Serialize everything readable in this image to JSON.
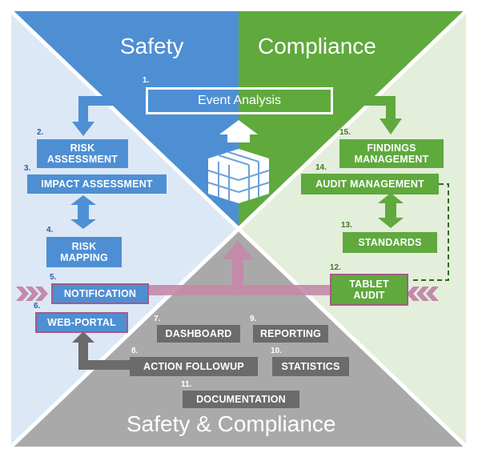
{
  "quadrants": {
    "top": "Safety",
    "top_right": "Compliance",
    "bottom": "Safety & Compliance"
  },
  "items": {
    "event_analysis": {
      "num": "1.",
      "label": "Event Analysis"
    },
    "risk_assessment": {
      "num": "2.",
      "label": "RISK\nASSESSMENT"
    },
    "impact_assessment": {
      "num": "3.",
      "label": "IMPACT ASSESSMENT"
    },
    "risk_mapping": {
      "num": "4.",
      "label": "RISK\nMAPPING"
    },
    "notification": {
      "num": "5.",
      "label": "NOTIFICATION"
    },
    "web_portal": {
      "num": "6.",
      "label": "WEB-PORTAL"
    },
    "dashboard": {
      "num": "7.",
      "label": "DASHBOARD"
    },
    "action_followup": {
      "num": "8.",
      "label": "ACTION FOLLOWUP"
    },
    "reporting": {
      "num": "9.",
      "label": "REPORTING"
    },
    "statistics": {
      "num": "10.",
      "label": "STATISTICS"
    },
    "documentation": {
      "num": "11.",
      "label": "DOCUMENTATION"
    },
    "tablet_audit": {
      "num": "12.",
      "label": "TABLET\nAUDIT"
    },
    "standards": {
      "num": "13.",
      "label": "STANDARDS"
    },
    "audit_management": {
      "num": "14.",
      "label": "AUDIT MANAGEMENT"
    },
    "findings_management": {
      "num": "15.",
      "label": "FINDINGS\nMANAGEMENT"
    }
  },
  "colors": {
    "safety_blue": "#4e8fd4",
    "compliance_green": "#5fa93d",
    "left_panel": "#dce8f5",
    "right_panel": "#e3eedb",
    "bottom_panel": "#a9a9a9",
    "connector_pink": "#c38aa9",
    "box_gray": "#6b6b6b"
  }
}
